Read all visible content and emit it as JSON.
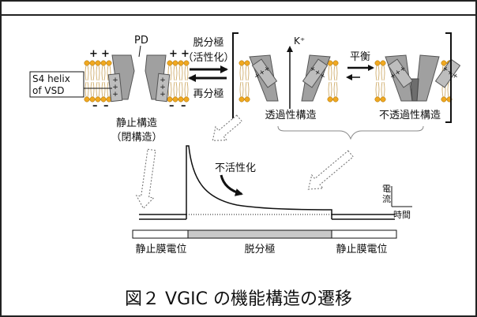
{
  "labels": {
    "pd": "PD",
    "k_ion": "K⁺",
    "s4_line1": "S4 helix",
    "s4_line2": "of VSD",
    "charge_plus": "+",
    "charge_minus": "–",
    "depolarization_line1": "脱分極",
    "depolarization_line2": "（活性化）",
    "repolarization": "再分極",
    "equilibrium": "平衡",
    "resting_state_line1": "静止構造",
    "resting_state_line2": "（閉構造）",
    "permeable_state": "透過性構造",
    "impermeable_state": "不透過性構造",
    "inactivation": "不活性化",
    "axis_current": "電流",
    "axis_time": "時間",
    "bar_resting_left": "静止膜電位",
    "bar_depolarization": "脱分極",
    "bar_resting_right": "静止膜電位",
    "figure_caption": "図２ VGIC の機能構造の遷移"
  },
  "colors": {
    "membrane_head": "#f0a820",
    "membrane_tail": "#c9a25a",
    "protein": "#9a9a9a",
    "protein_dark": "#6e6e6e",
    "frame": "#222222",
    "bar_fill": "#c8c8c8"
  },
  "icons": {
    "transition_arrow": "double-arrow",
    "forward_arrow": "right-arrow",
    "backward_arrow": "left-arrow"
  }
}
